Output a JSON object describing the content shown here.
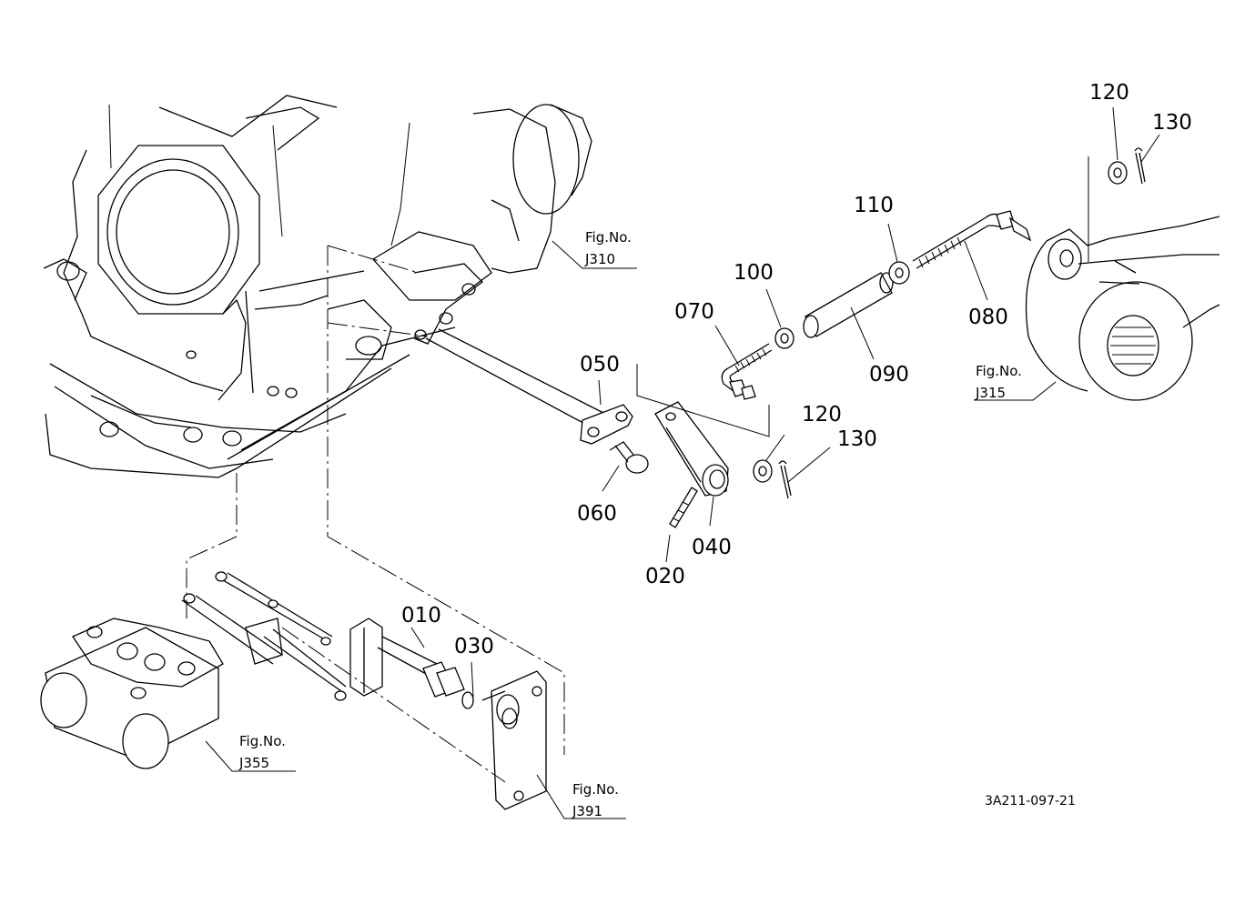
{
  "parts": {
    "p010": "010",
    "p020": "020",
    "p030": "030",
    "p040": "040",
    "p050": "050",
    "p060": "060",
    "p070": "070",
    "p080": "080",
    "p090": "090",
    "p100": "100",
    "p110": "110",
    "p120a": "120",
    "p130a": "130",
    "p120b": "120",
    "p130b": "130"
  },
  "refs": {
    "j310_caption": "Fig.No.",
    "j310_code": "J310",
    "j315_caption": "Fig.No.",
    "j315_code": "J315",
    "j355_caption": "Fig.No.",
    "j355_code": "J355",
    "j391_caption": "Fig.No.",
    "j391_code": "J391"
  },
  "drawing_number": "3A211-097-21"
}
